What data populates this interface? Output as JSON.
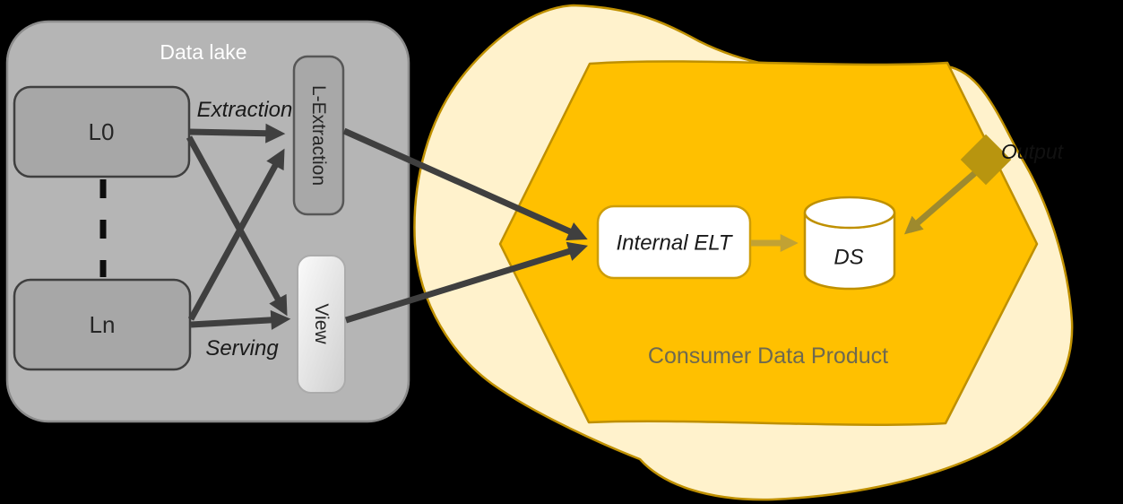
{
  "diagram": {
    "data_lake": {
      "label": "Data lake",
      "l0": "L0",
      "ln": "Ln",
      "l_extraction": "L-Extraction",
      "view": "View",
      "extraction_label": "Extraction",
      "serving_label": "Serving"
    },
    "consumer": {
      "label": "Consumer Data Product",
      "internal_elt": "Internal ELT",
      "ds": "DS",
      "output_label": "Output"
    },
    "colors": {
      "background": "#000000",
      "lake_fill": "#b5b5b5",
      "lake_stroke": "#8c8c8c",
      "node_fill": "#a7a7a7",
      "node_stroke": "#3f3f3f",
      "view_fill_light": "#fbfbfb",
      "view_fill_dark": "#d2d2d2",
      "arrow_dark": "#3f3f3f",
      "blob_fill": "#FFF2CC",
      "hexagon_fill": "#FFC000",
      "gold_stroke": "#BF9000",
      "arrow_gold": "#C2A233",
      "arrow_olive": "#9E8A2E",
      "diamond_fill": "#B8950F",
      "consumer_text": "#6E6950",
      "lake_title_text": "#FFFFFF"
    }
  }
}
